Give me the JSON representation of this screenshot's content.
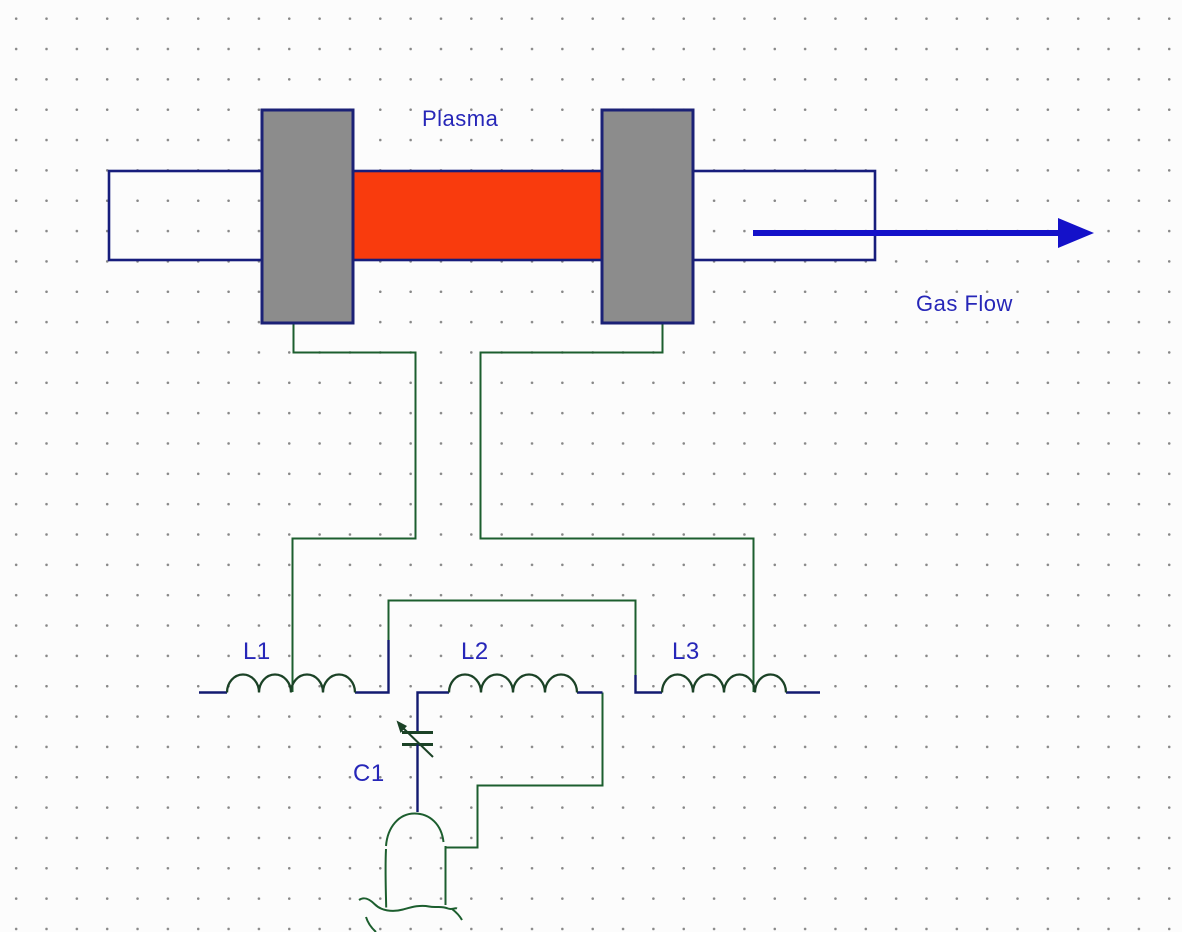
{
  "labels": {
    "plasma": "Plasma",
    "gas_flow": "Gas Flow"
  },
  "components": {
    "l1": {
      "ref": "L1"
    },
    "l2": {
      "ref": "L2"
    },
    "l3": {
      "ref": "L3"
    },
    "c1": {
      "ref": "C1"
    }
  },
  "colors": {
    "background": "#fcfcfc",
    "grid_dot": "#878787",
    "tube_navy": "#171d7c",
    "pin_navy": "#121a70",
    "coil_green": "#1b4226",
    "wire_green": "#1c5e2e",
    "label_blue": "#2626b8",
    "arrow_blue": "#1411c9",
    "plasma_red": "#f93b0d",
    "electrode_gray": "#8c8c8c",
    "electrode_border": "#1b2176"
  }
}
